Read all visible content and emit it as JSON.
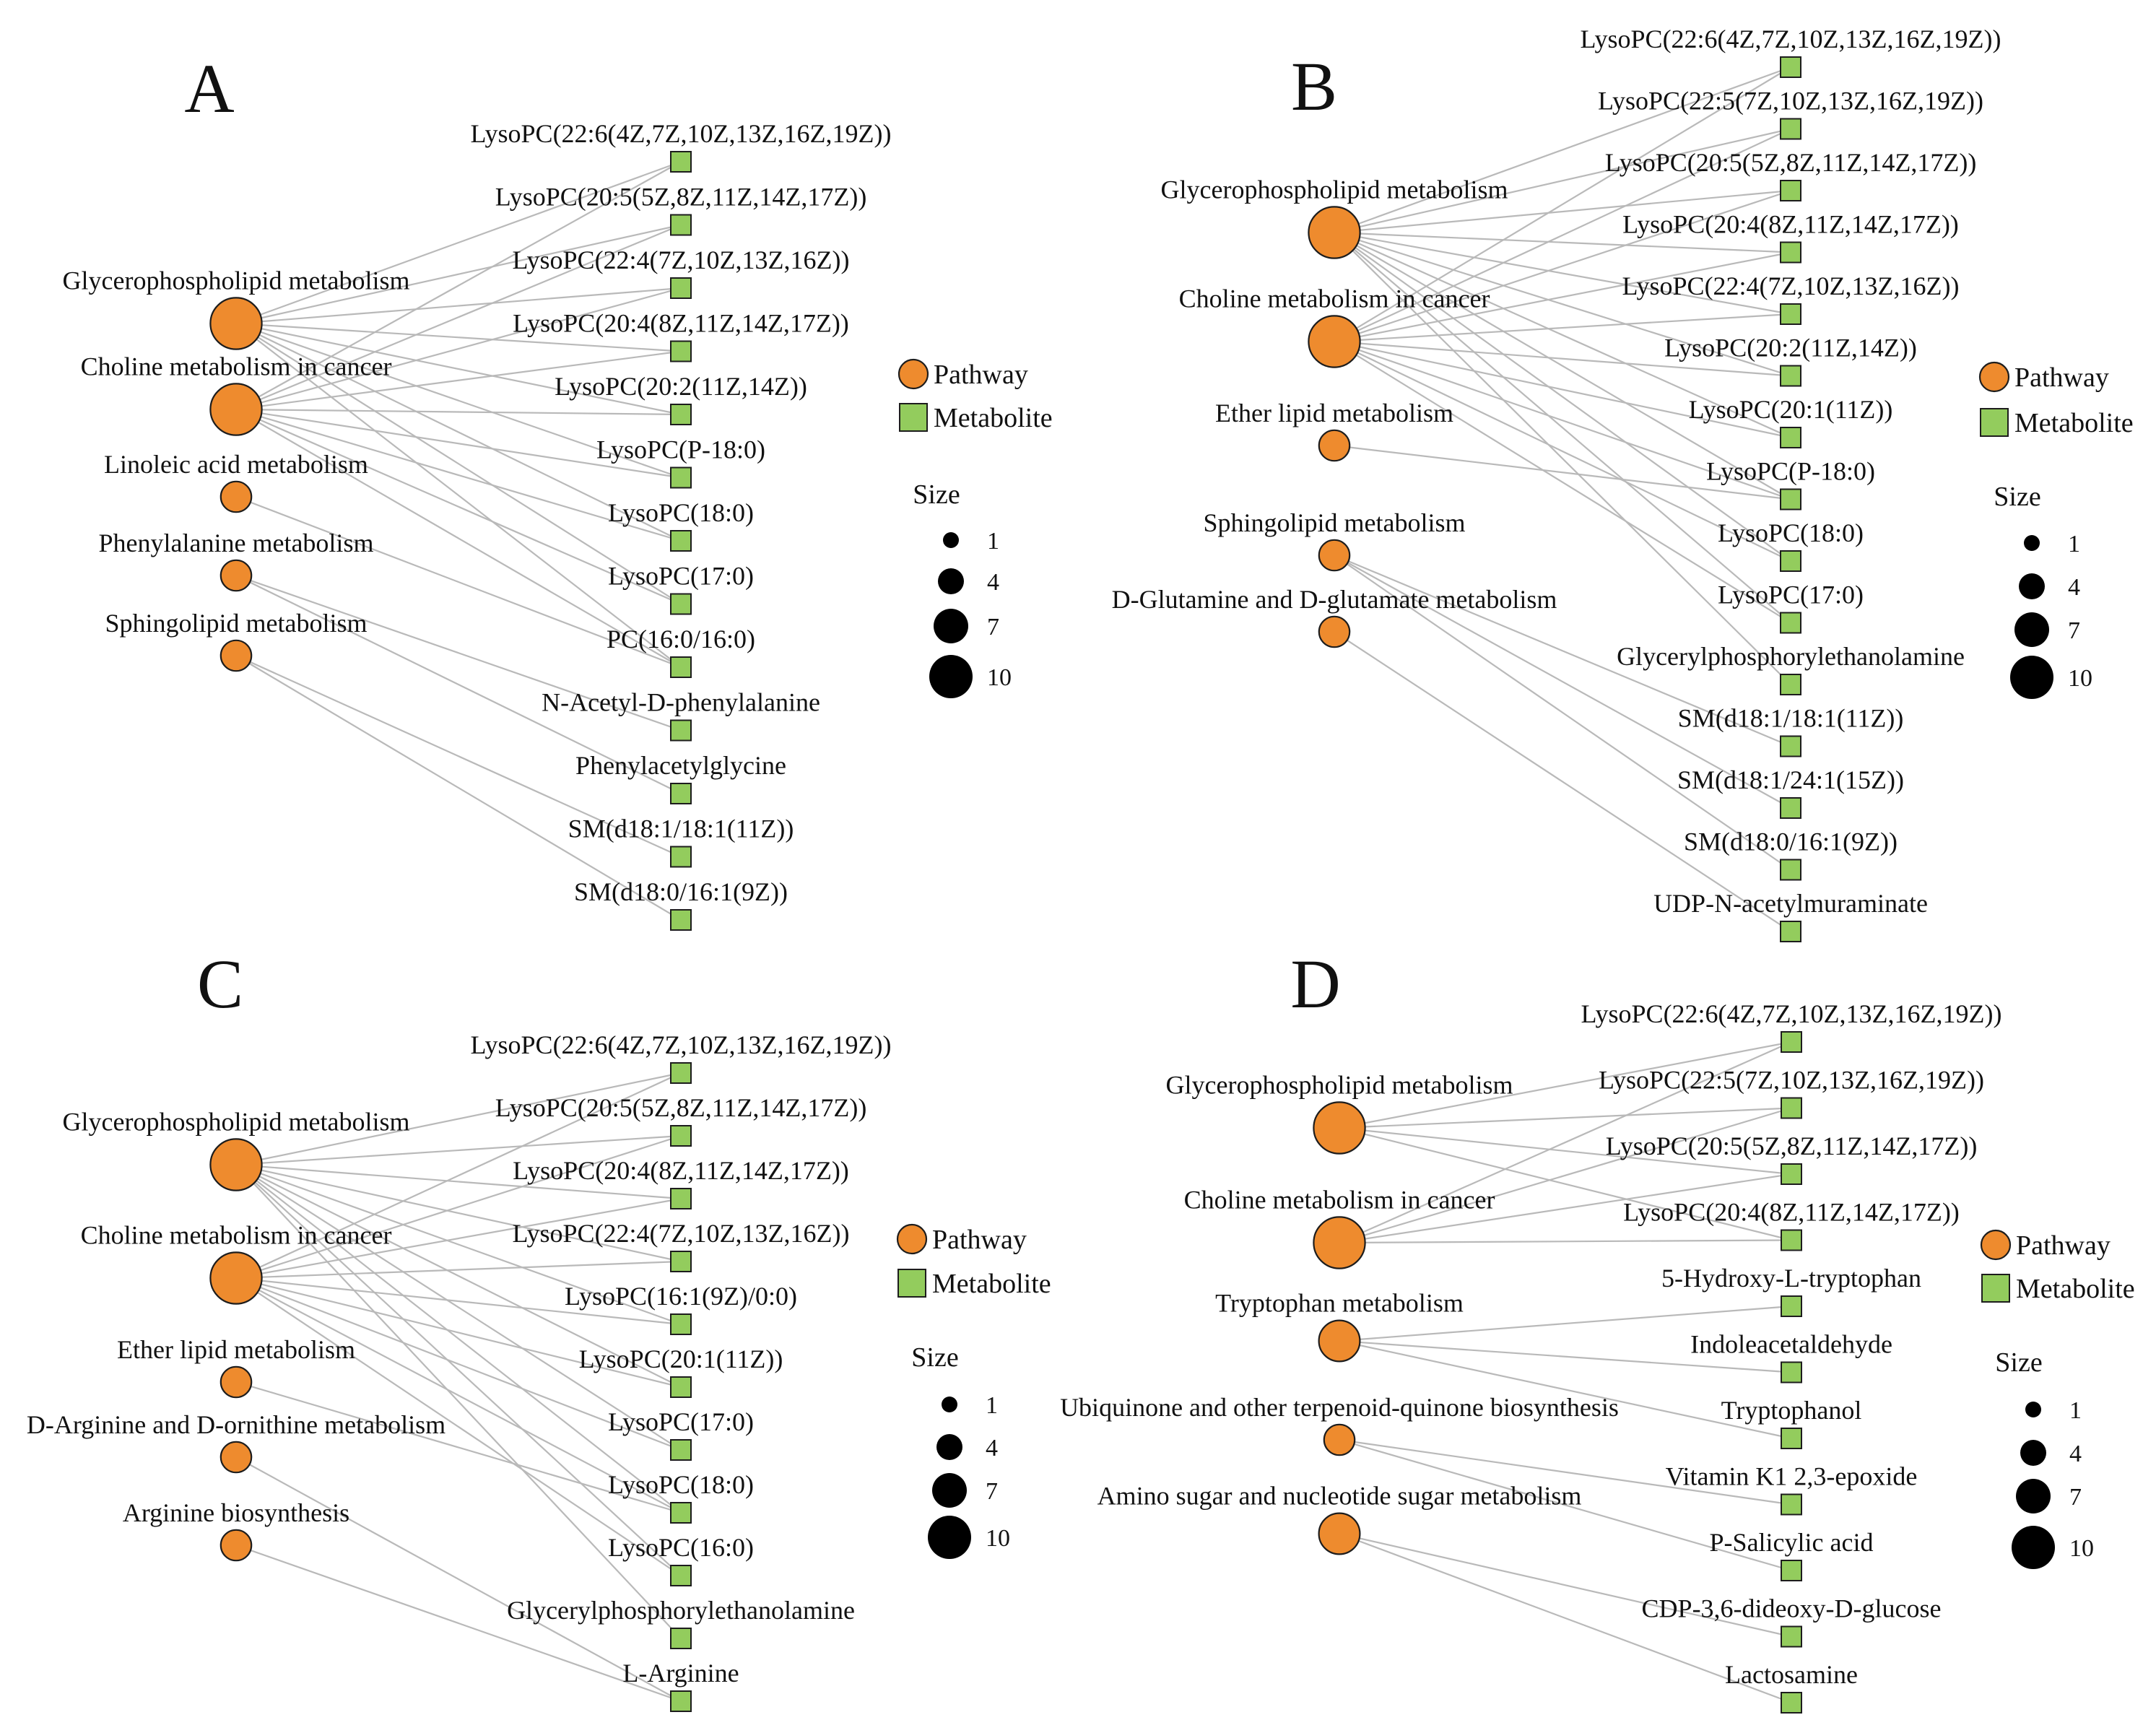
{
  "colors": {
    "pathway": "#ee8b2e",
    "metabolite": "#93cc5d",
    "edge": "#b9b9b9",
    "size_dot": "#000000"
  },
  "legend": {
    "pathway_label": "Pathway",
    "metabolite_label": "Metabolite",
    "size_title": "Size",
    "size_values": [
      "1",
      "4",
      "7",
      "10"
    ]
  },
  "panels": [
    {
      "letter": "A",
      "pathways": [
        "Glycerophospholipid metabolism",
        "Choline metabolism in cancer",
        "Linoleic acid metabolism",
        "Phenylalanine metabolism",
        "Sphingolipid metabolism"
      ],
      "pathway_sizes": [
        10,
        10,
        4,
        4,
        4
      ],
      "metabolites": [
        "LysoPC(22:6(4Z,7Z,10Z,13Z,16Z,19Z))",
        "LysoPC(20:5(5Z,8Z,11Z,14Z,17Z))",
        "LysoPC(22:4(7Z,10Z,13Z,16Z))",
        "LysoPC(20:4(8Z,11Z,14Z,17Z))",
        "LysoPC(20:2(11Z,14Z))",
        "LysoPC(P-18:0)",
        "LysoPC(18:0)",
        "LysoPC(17:0)",
        "PC(16:0/16:0)",
        "N-Acetyl-D-phenylalanine",
        "Phenylacetylglycine",
        "SM(d18:1/18:1(11Z))",
        "SM(d18:0/16:1(9Z))"
      ],
      "edges": [
        [
          0,
          0
        ],
        [
          0,
          1
        ],
        [
          0,
          2
        ],
        [
          0,
          3
        ],
        [
          0,
          4
        ],
        [
          0,
          5
        ],
        [
          0,
          6
        ],
        [
          0,
          7
        ],
        [
          0,
          8
        ],
        [
          1,
          0
        ],
        [
          1,
          1
        ],
        [
          1,
          2
        ],
        [
          1,
          3
        ],
        [
          1,
          4
        ],
        [
          1,
          5
        ],
        [
          1,
          6
        ],
        [
          1,
          7
        ],
        [
          1,
          8
        ],
        [
          2,
          8
        ],
        [
          3,
          9
        ],
        [
          3,
          10
        ],
        [
          4,
          11
        ],
        [
          4,
          12
        ]
      ]
    },
    {
      "letter": "B",
      "pathways": [
        "Glycerophospholipid metabolism",
        "Choline metabolism in cancer",
        "Ether lipid metabolism",
        "Sphingolipid metabolism",
        "D-Glutamine and D-glutamate metabolism"
      ],
      "pathway_sizes": [
        10,
        10,
        4,
        4,
        4
      ],
      "metabolites": [
        "LysoPC(22:6(4Z,7Z,10Z,13Z,16Z,19Z))",
        "LysoPC(22:5(7Z,10Z,13Z,16Z,19Z))",
        "LysoPC(20:5(5Z,8Z,11Z,14Z,17Z))",
        "LysoPC(20:4(8Z,11Z,14Z,17Z))",
        "LysoPC(22:4(7Z,10Z,13Z,16Z))",
        "LysoPC(20:2(11Z,14Z))",
        "LysoPC(20:1(11Z))",
        "LysoPC(P-18:0)",
        "LysoPC(18:0)",
        "LysoPC(17:0)",
        "Glycerylphosphorylethanolamine",
        "SM(d18:1/18:1(11Z))",
        "SM(d18:1/24:1(15Z))",
        "SM(d18:0/16:1(9Z))",
        "UDP-N-acetylmuraminate"
      ],
      "edges": [
        [
          0,
          0
        ],
        [
          0,
          1
        ],
        [
          0,
          2
        ],
        [
          0,
          3
        ],
        [
          0,
          4
        ],
        [
          0,
          5
        ],
        [
          0,
          6
        ],
        [
          0,
          7
        ],
        [
          0,
          8
        ],
        [
          0,
          9
        ],
        [
          0,
          10
        ],
        [
          1,
          0
        ],
        [
          1,
          1
        ],
        [
          1,
          2
        ],
        [
          1,
          3
        ],
        [
          1,
          4
        ],
        [
          1,
          5
        ],
        [
          1,
          6
        ],
        [
          1,
          7
        ],
        [
          1,
          8
        ],
        [
          1,
          9
        ],
        [
          2,
          7
        ],
        [
          3,
          11
        ],
        [
          3,
          12
        ],
        [
          3,
          13
        ],
        [
          4,
          14
        ]
      ]
    },
    {
      "letter": "C",
      "pathways": [
        "Glycerophospholipid metabolism",
        "Choline metabolism in cancer",
        "Ether lipid metabolism",
        "D-Arginine and D-ornithine metabolism",
        "Arginine biosynthesis"
      ],
      "pathway_sizes": [
        10,
        10,
        4,
        4,
        4
      ],
      "metabolites": [
        "LysoPC(22:6(4Z,7Z,10Z,13Z,16Z,19Z))",
        "LysoPC(20:5(5Z,8Z,11Z,14Z,17Z))",
        "LysoPC(20:4(8Z,11Z,14Z,17Z))",
        "LysoPC(22:4(7Z,10Z,13Z,16Z))",
        "LysoPC(16:1(9Z)/0:0)",
        "LysoPC(20:1(11Z))",
        "LysoPC(17:0)",
        "LysoPC(18:0)",
        "LysoPC(16:0)",
        "Glycerylphosphorylethanolamine",
        "L-Arginine"
      ],
      "edges": [
        [
          0,
          0
        ],
        [
          0,
          1
        ],
        [
          0,
          2
        ],
        [
          0,
          3
        ],
        [
          0,
          4
        ],
        [
          0,
          5
        ],
        [
          0,
          6
        ],
        [
          0,
          7
        ],
        [
          0,
          8
        ],
        [
          0,
          9
        ],
        [
          1,
          0
        ],
        [
          1,
          1
        ],
        [
          1,
          2
        ],
        [
          1,
          3
        ],
        [
          1,
          4
        ],
        [
          1,
          5
        ],
        [
          1,
          6
        ],
        [
          1,
          7
        ],
        [
          1,
          8
        ],
        [
          2,
          7
        ],
        [
          3,
          10
        ],
        [
          4,
          10
        ]
      ]
    },
    {
      "letter": "D",
      "pathways": [
        "Glycerophospholipid metabolism",
        "Choline metabolism in cancer",
        "Tryptophan metabolism",
        "Ubiquinone and other terpenoid-quinone biosynthesis",
        "Amino sugar and nucleotide sugar metabolism"
      ],
      "pathway_sizes": [
        10,
        10,
        7,
        4,
        7
      ],
      "metabolites": [
        "LysoPC(22:6(4Z,7Z,10Z,13Z,16Z,19Z))",
        "LysoPC(22:5(7Z,10Z,13Z,16Z,19Z))",
        "LysoPC(20:5(5Z,8Z,11Z,14Z,17Z))",
        "LysoPC(20:4(8Z,11Z,14Z,17Z))",
        "5-Hydroxy-L-tryptophan",
        "Indoleacetaldehyde",
        "Tryptophanol",
        "Vitamin K1 2,3-epoxide",
        "P-Salicylic acid",
        "CDP-3,6-dideoxy-D-glucose",
        "Lactosamine"
      ],
      "edges": [
        [
          0,
          0
        ],
        [
          0,
          1
        ],
        [
          0,
          2
        ],
        [
          0,
          3
        ],
        [
          1,
          0
        ],
        [
          1,
          1
        ],
        [
          1,
          2
        ],
        [
          1,
          3
        ],
        [
          2,
          4
        ],
        [
          2,
          5
        ],
        [
          2,
          6
        ],
        [
          3,
          7
        ],
        [
          3,
          8
        ],
        [
          4,
          9
        ],
        [
          4,
          10
        ]
      ]
    }
  ]
}
